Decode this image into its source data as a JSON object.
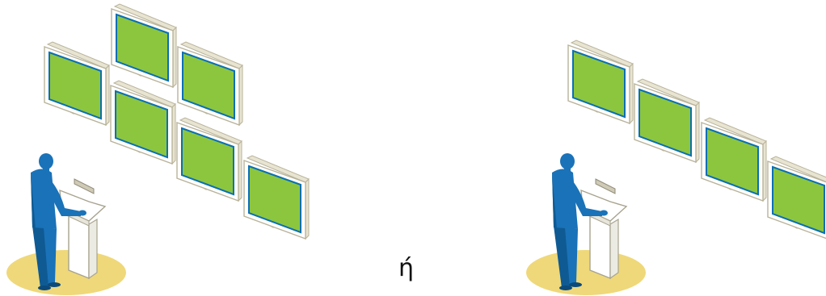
{
  "separator": {
    "text": "ή"
  },
  "colors": {
    "screen": "#8cc63f",
    "screen_border": "#0a6fb3",
    "bezel": "#ffffff",
    "bezel_outline": "#b9b39a",
    "bezel_shadow": "#e8e4d2",
    "person": "#1a72b8",
    "person_shade": "#0f5a93",
    "floor_spot": "#efd879",
    "podium": "#ffffff",
    "podium_outline": "#a7a38f"
  },
  "diagrams": [
    {
      "id": "left",
      "monitor_count": 6,
      "layout": "grid-3x2-staggered"
    },
    {
      "id": "right",
      "monitor_count": 4,
      "layout": "single-row"
    }
  ],
  "icons": {
    "person": "presenter-figure",
    "podium": "lectern",
    "monitor": "display-screen"
  }
}
